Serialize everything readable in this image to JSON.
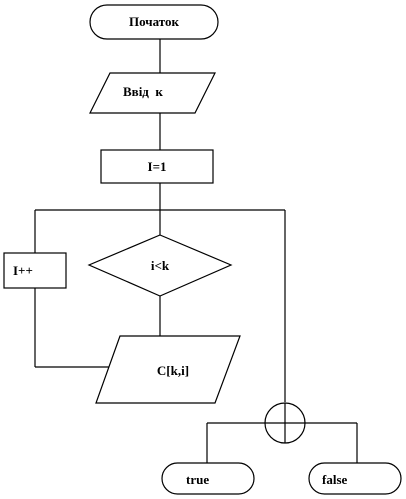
{
  "diagram": {
    "start_label": "Початок",
    "input_label": "Ввід  к",
    "init_label": "I=1",
    "increment_label": "I++",
    "condition_label": "i<k",
    "output_label": "C[k,i]",
    "true_label": "true",
    "false_label": "false"
  }
}
